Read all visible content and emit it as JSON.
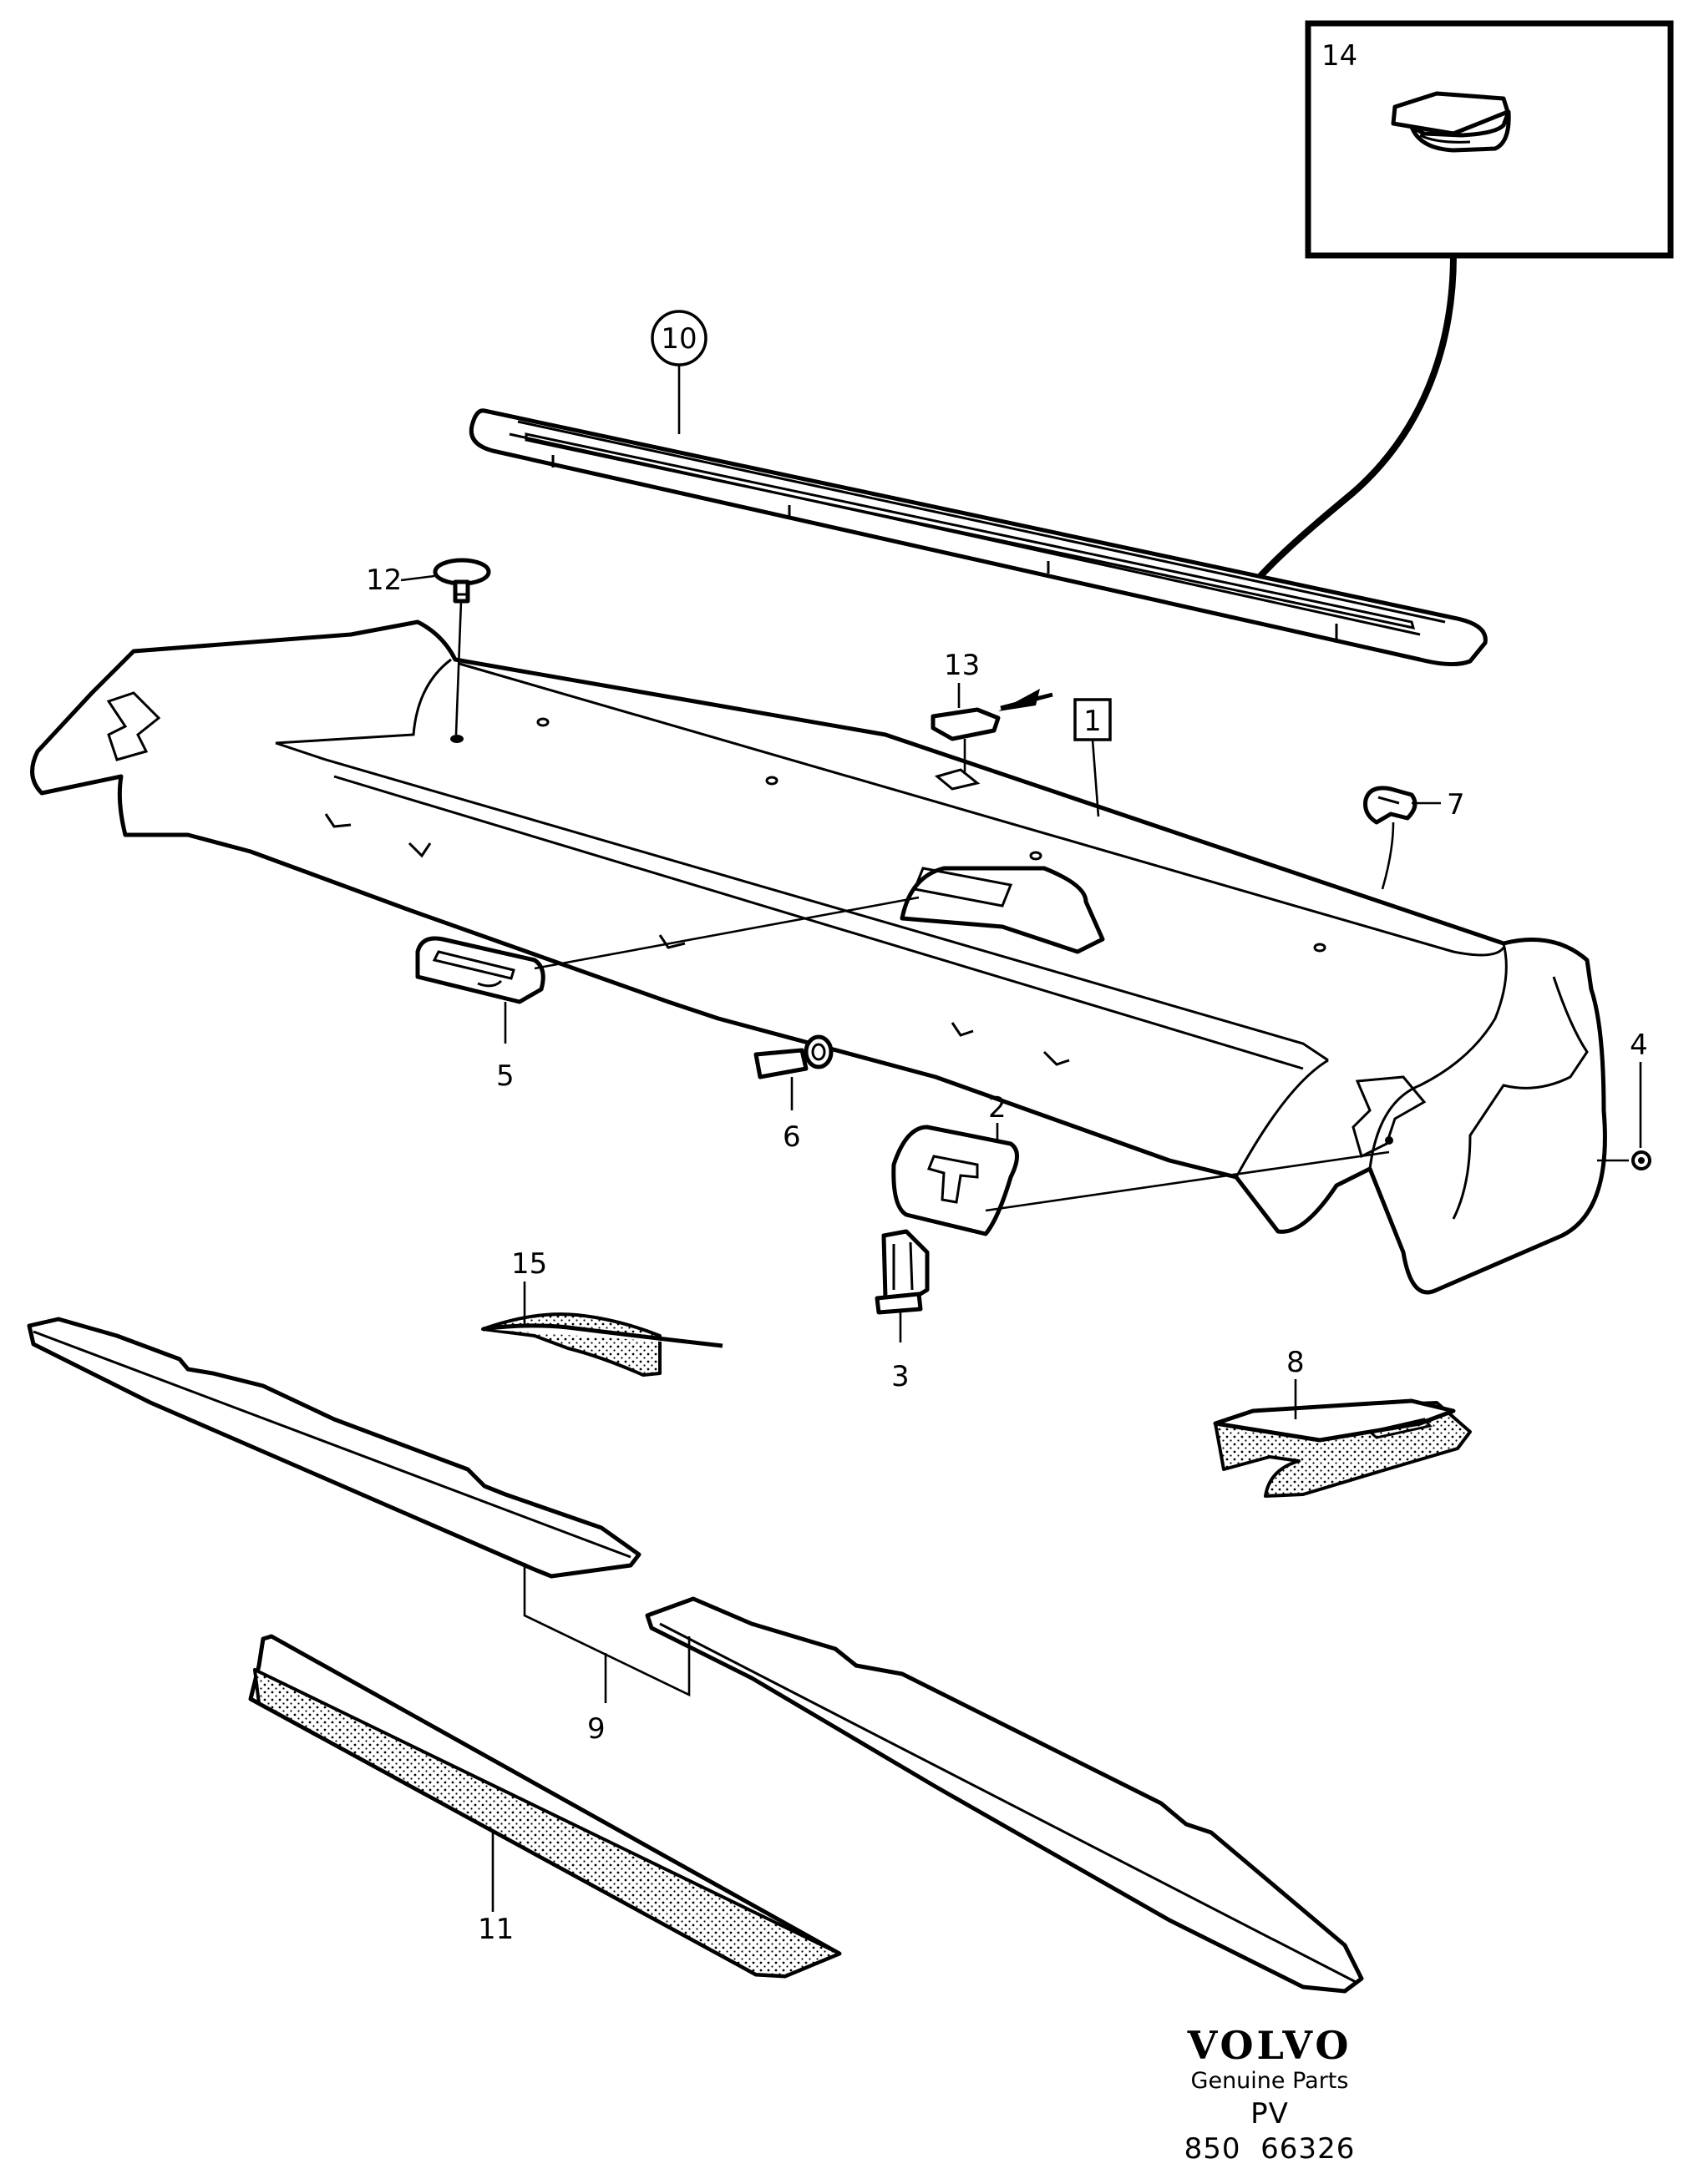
{
  "callouts": {
    "c1": "1",
    "c2": "2",
    "c3": "3",
    "c4": "4",
    "c5": "5",
    "c6": "6",
    "c7": "7",
    "c8": "8",
    "c9": "9",
    "c10": "10",
    "c11": "11",
    "c12": "12",
    "c13": "13",
    "c14": "14",
    "c15": "15"
  },
  "brand": {
    "logo": "VOLVO",
    "subtitle": "Genuine Parts",
    "code_prefix": "PV 850",
    "code_number": "66326"
  }
}
